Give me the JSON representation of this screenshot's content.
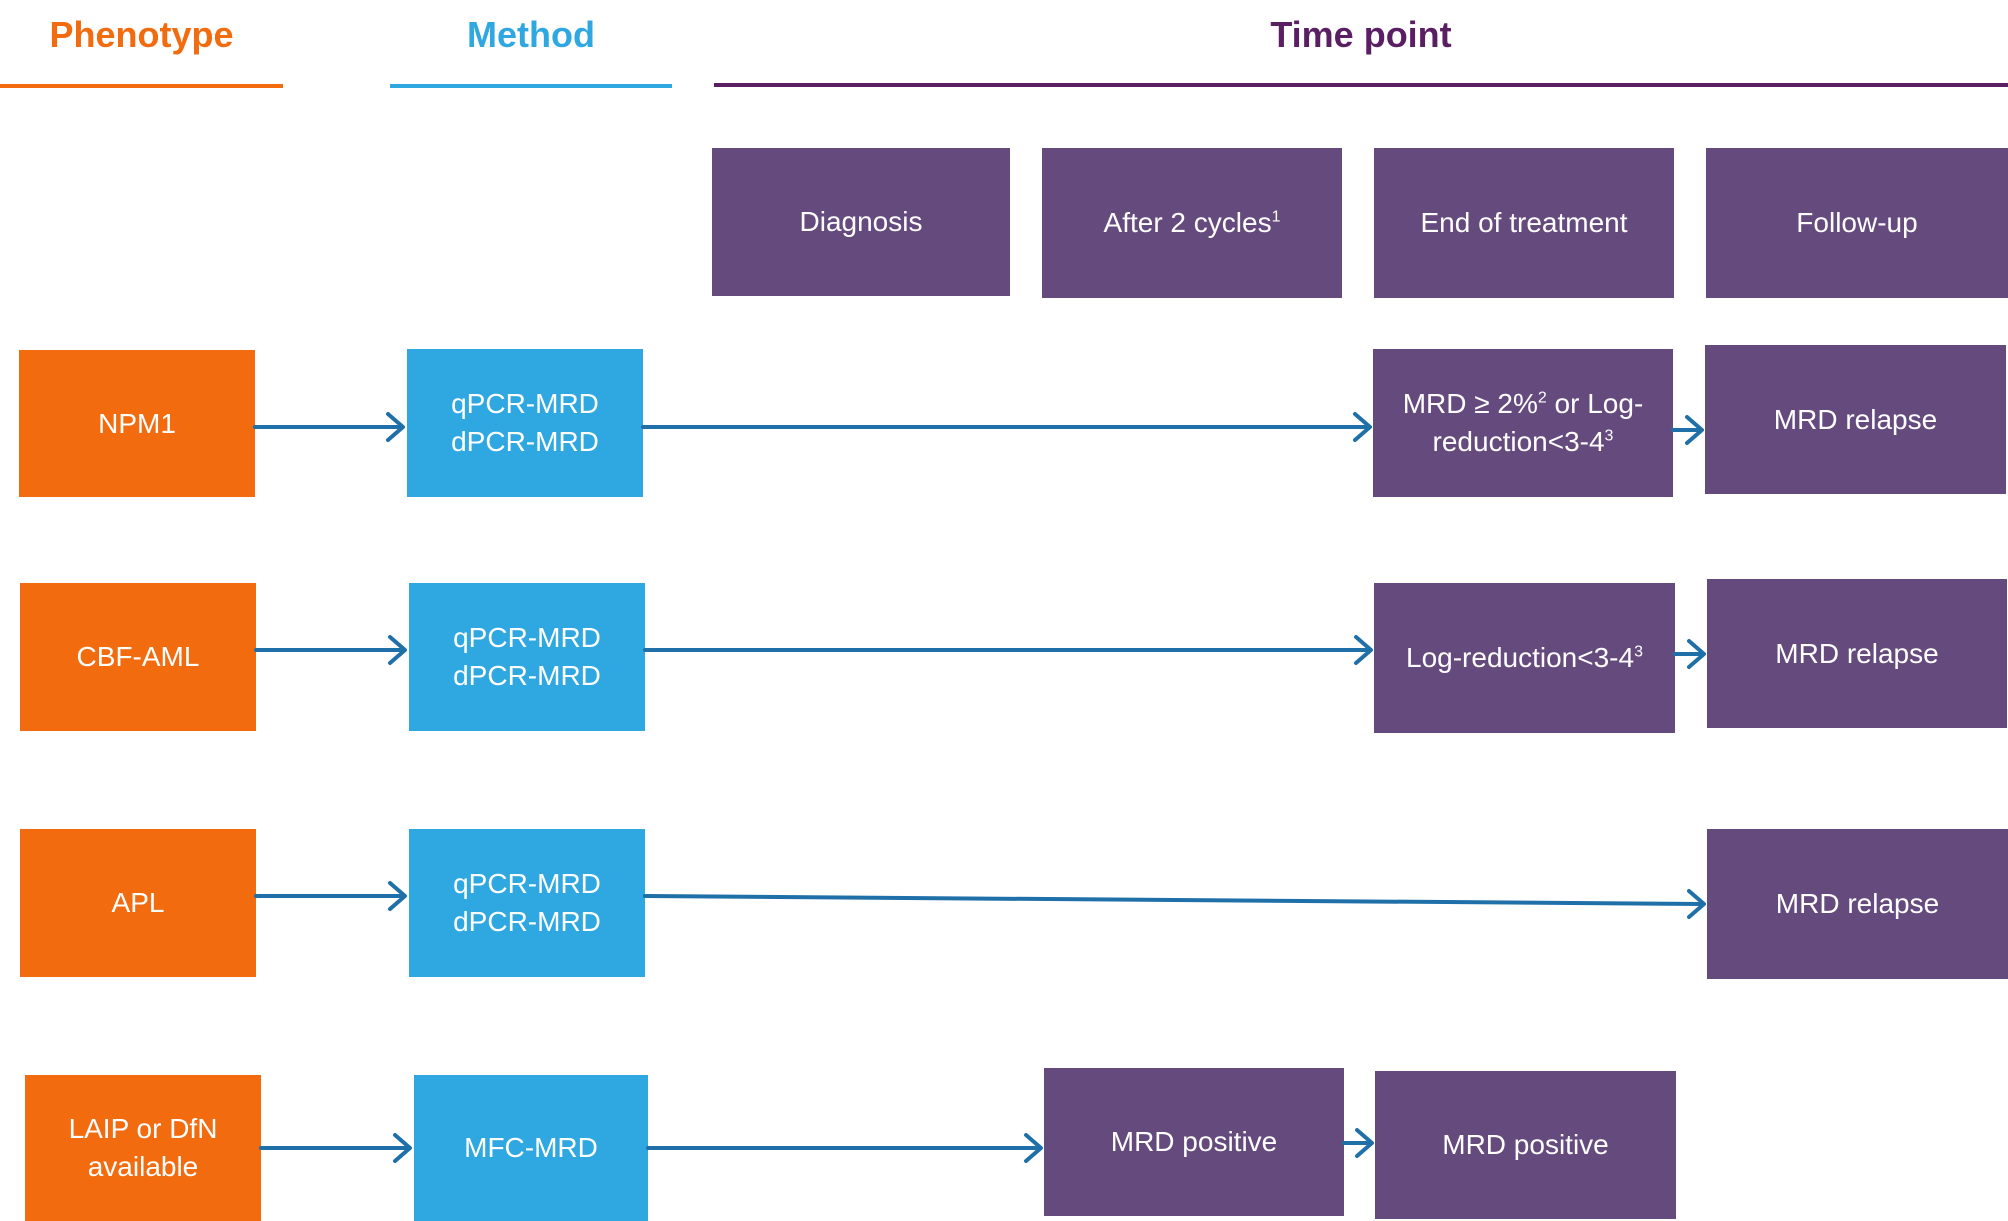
{
  "colors": {
    "phenotype": "#f26b0f",
    "method": "#2fa8e1",
    "timepoint": "#654a7e",
    "arrow": "#1f6fa8"
  },
  "headers": {
    "phenotype": "Phenotype",
    "method": "Method",
    "time_point": "Time point"
  },
  "time_points": {
    "diagnosis": "Diagnosis",
    "after_cycles": "After 2 cycles",
    "after_cycles_sup": "1",
    "end_of_treatment": "End of treatment",
    "follow_up": "Follow-up"
  },
  "rows": {
    "npm1": {
      "phenotype": "NPM1",
      "method_line1": "qPCR-MRD",
      "method_line2": "dPCR-MRD",
      "eot_part1": "MRD ≥ 2%",
      "eot_sup1": "2",
      "eot_part2": " or Log-",
      "eot_part3": "reduction<3-4",
      "eot_sup2": "3",
      "followup": "MRD relapse"
    },
    "cbf": {
      "phenotype": "CBF-AML",
      "method_line1": "qPCR-MRD",
      "method_line2": "dPCR-MRD",
      "eot_text": "Log-reduction<3-4",
      "eot_sup": "3",
      "followup": "MRD relapse"
    },
    "apl": {
      "phenotype": "APL",
      "method_line1": "qPCR-MRD",
      "method_line2": "dPCR-MRD",
      "followup": "MRD relapse"
    },
    "laip": {
      "phenotype": "LAIP or DfN available",
      "method": "MFC-MRD",
      "after_cycles": "MRD positive",
      "eot": "MRD positive"
    }
  }
}
